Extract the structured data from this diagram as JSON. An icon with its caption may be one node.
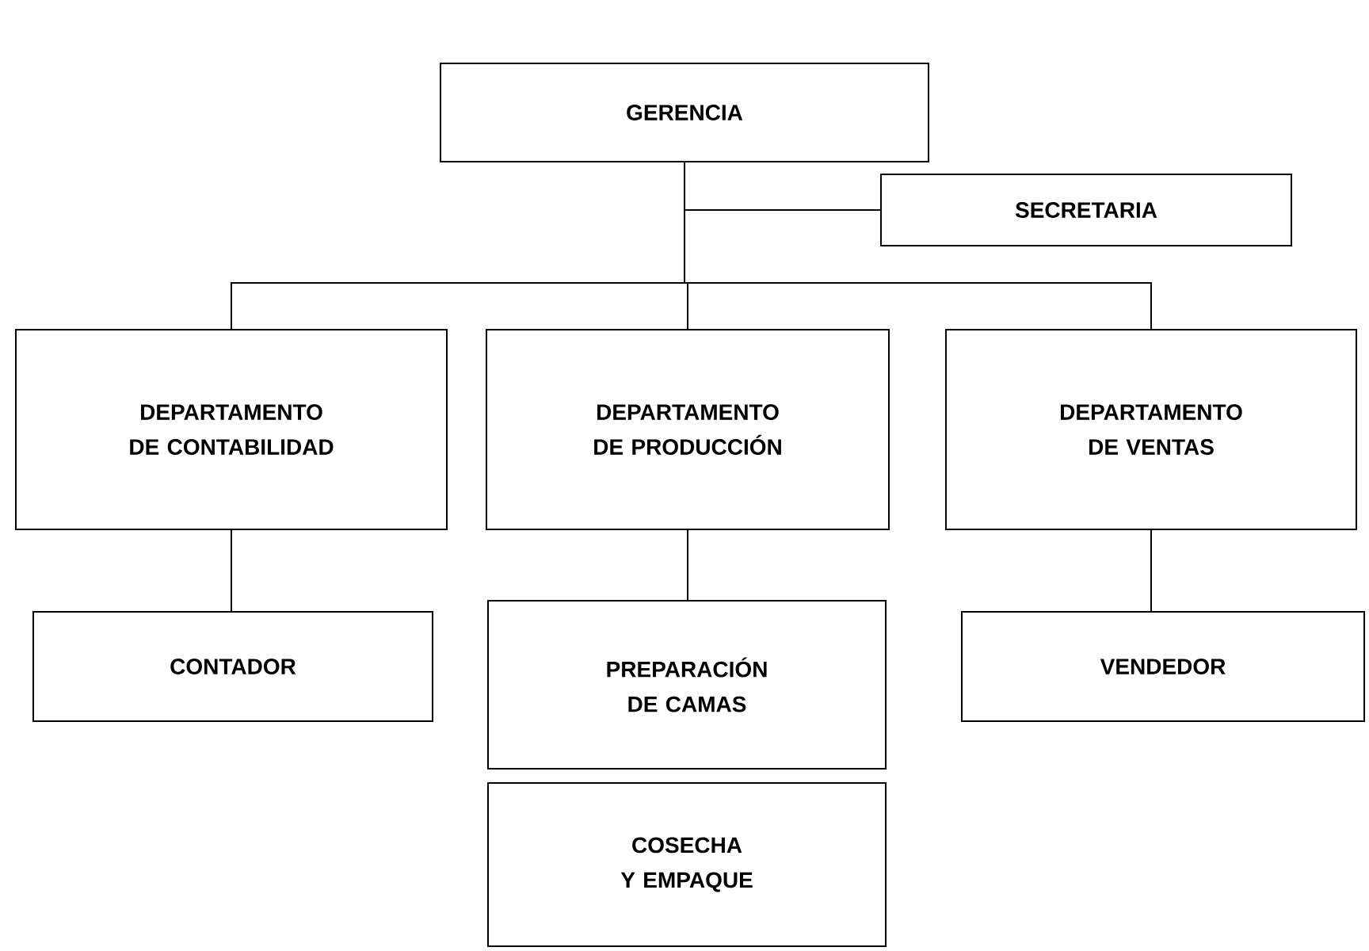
{
  "diagram": {
    "nodes": [
      {
        "text": [
          "GERENCIA"
        ]
      },
      {
        "text": [
          "SECRETARIA"
        ]
      },
      {
        "text": [
          "DEPARTAMENTO DE CONTABILIDAD"
        ]
      },
      {
        "text": [
          "DEPARTAMENTO DE PRODUCCIÓN"
        ]
      },
      {
        "text": [
          "DEPARTAMENTO DE VENTAS"
        ]
      },
      {
        "text": [
          "CONTADOR"
        ]
      },
      {
        "text": [
          "PREPARACIÓN DE CAMAS"
        ]
      },
      {
        "text": [
          "COSECHA Y EMPAQUE"
        ]
      },
      {
        "text": [
          "VENDEDOR"
        ]
      }
    ],
    "edges": [
      {
        "from": 0,
        "to": 1,
        "arrow": "none"
      },
      {
        "from": 0,
        "to": 2,
        "arrow": "none"
      },
      {
        "from": 0,
        "to": 3,
        "arrow": "none"
      },
      {
        "from": 0,
        "to": 4,
        "arrow": "none"
      },
      {
        "from": 2,
        "to": 5,
        "arrow": "none"
      },
      {
        "from": 3,
        "to": 6,
        "arrow": "none"
      },
      {
        "from": 4,
        "to": 8,
        "arrow": "none"
      }
    ]
  }
}
